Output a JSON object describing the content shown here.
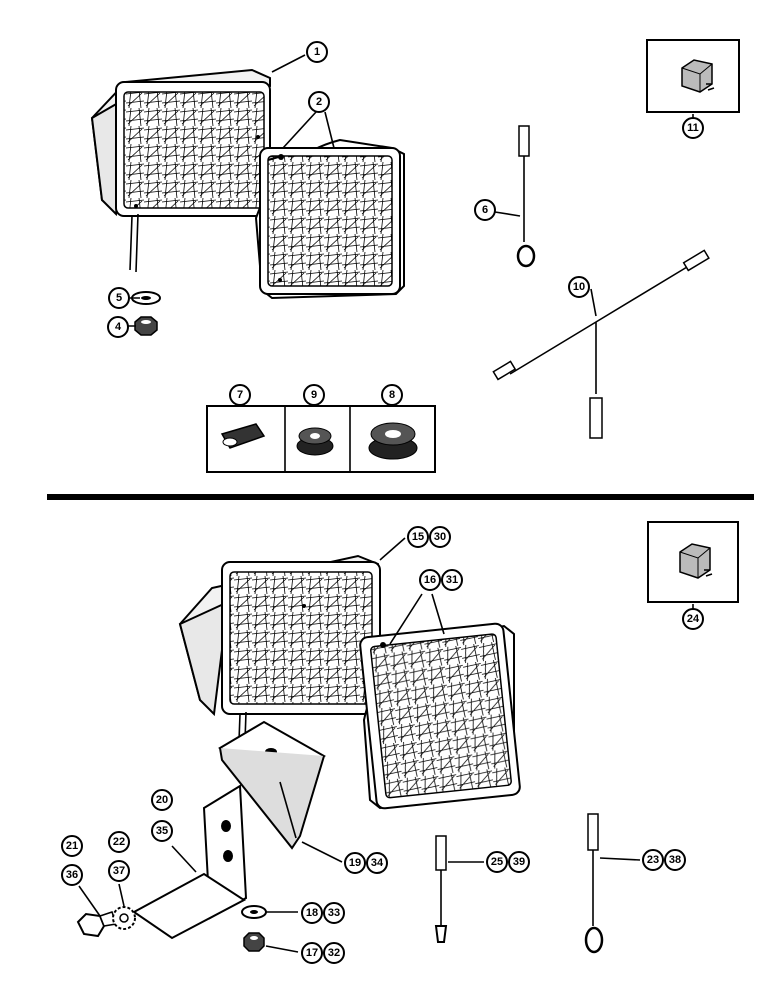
{
  "callouts": {
    "c1": "1",
    "c2": "2",
    "c4": "4",
    "c5": "5",
    "c6": "6",
    "c7": "7",
    "c8": "8",
    "c9": "9",
    "c10": "10",
    "c11": "11",
    "c15": "15",
    "c30": "30",
    "c16": "16",
    "c31": "31",
    "c17": "17",
    "c32": "32",
    "c18": "18",
    "c33": "33",
    "c19": "19",
    "c34": "34",
    "c20": "20",
    "c35": "35",
    "c21": "21",
    "c36": "36",
    "c22": "22",
    "c37": "37",
    "c23": "23",
    "c38": "38",
    "c24": "24",
    "c25": "25",
    "c39": "39"
  },
  "colors": {
    "ink": "#000000",
    "paper": "#ffffff"
  }
}
